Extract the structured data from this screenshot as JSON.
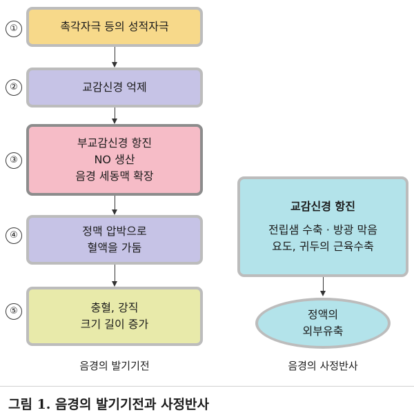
{
  "erection": {
    "steps": [
      {
        "num": "①",
        "lines": [
          "촉각자극 등의 성적자극"
        ]
      },
      {
        "num": "②",
        "lines": [
          "교감신경 억제"
        ]
      },
      {
        "num": "③",
        "lines": [
          "부교감신경 항진",
          "NO 생산",
          "음경 세동맥 확장"
        ]
      },
      {
        "num": "④",
        "lines": [
          "정맥 압박으로",
          "혈액을 가둠"
        ]
      },
      {
        "num": "⑤",
        "lines": [
          "충혈, 강직",
          "크기 길이 증가"
        ]
      }
    ],
    "caption": "음경의 발기기전"
  },
  "ejaculation": {
    "box": {
      "title": "교감신경 항진",
      "lines": [
        "전립샘 수축 · 방광 막음",
        "요도, 귀두의 근육수축"
      ]
    },
    "result": {
      "lines": [
        "정액의",
        "외부유축"
      ]
    },
    "caption": "음경의 사정반사"
  },
  "figure_title": "그림 1. 음경의 발기기전과 사정반사",
  "colors": {
    "step1": "#f7d98a",
    "step2": "#c6c3e6",
    "step3": "#f6bcc7",
    "step4": "#c6c3e6",
    "step5": "#e8eaaa",
    "ejac_box": "#b3e3ea",
    "ejac_result": "#b3e3ea",
    "border": "#bcbcbc",
    "border_strong": "#8c8c8c"
  }
}
